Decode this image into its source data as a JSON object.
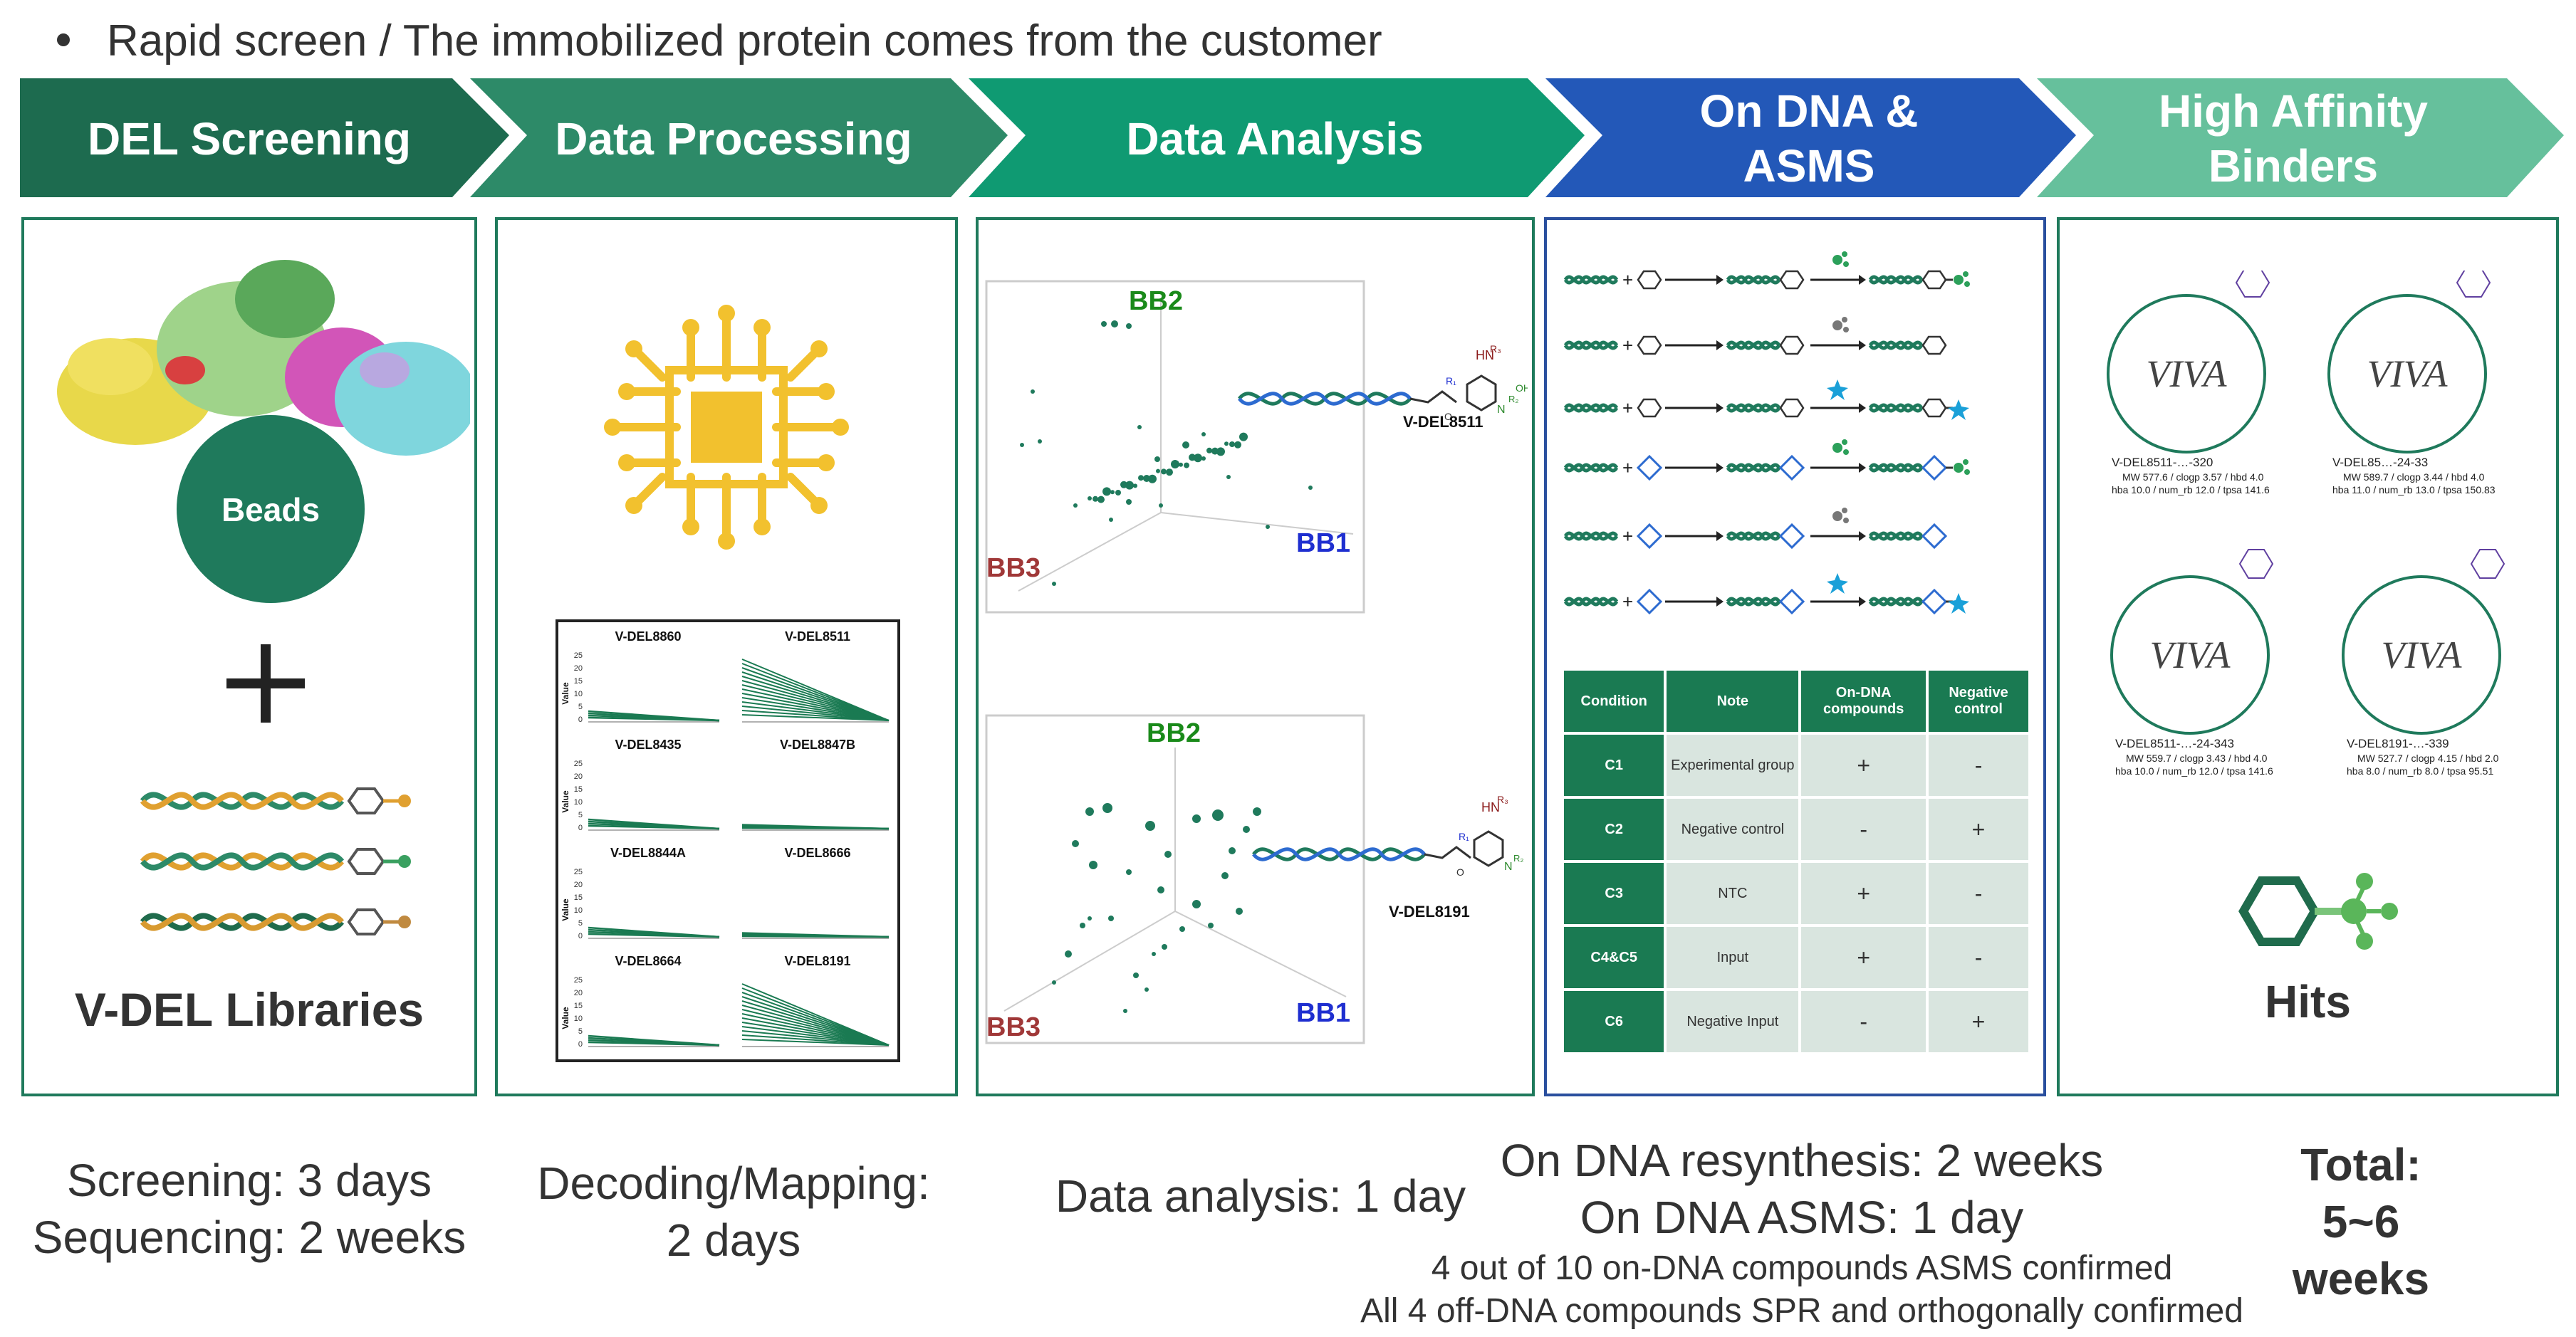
{
  "header": {
    "bullet_text": "Rapid screen / The immobilized protein comes from the customer"
  },
  "stages": [
    {
      "label": "DEL Screening",
      "color": "#1d6b4f"
    },
    {
      "label": "Data Processing",
      "color": "#2d8a68"
    },
    {
      "label": "Data Analysis",
      "color": "#0f9a72"
    },
    {
      "label": "On DNA & ASMS",
      "color": "#2358b8"
    },
    {
      "label": "High Affinity Binders",
      "color": "#66c09c"
    }
  ],
  "panel1": {
    "beads_label": "Beads",
    "title": "V-DEL Libraries"
  },
  "panel2": {
    "plots": [
      {
        "name": "V-DEL8860"
      },
      {
        "name": "V-DEL8511"
      },
      {
        "name": "V-DEL8435"
      },
      {
        "name": "V-DEL8847B"
      },
      {
        "name": "V-DEL8844A"
      },
      {
        "name": "V-DEL8666"
      },
      {
        "name": "V-DEL8664"
      },
      {
        "name": "V-DEL8191"
      }
    ],
    "y_label": "Value",
    "y_ticks": [
      "25",
      "20",
      "15",
      "10",
      "5",
      "0"
    ]
  },
  "panel3": {
    "plot_top": {
      "bb2": "BB2",
      "bb3": "BB3",
      "bb1": "BB1",
      "library": "V-DEL8511"
    },
    "plot_bottom": {
      "bb2": "BB2",
      "bb3": "BB3",
      "bb1": "BB1",
      "library": "V-DEL8191"
    },
    "colors": {
      "bb2": "#1a8a1a",
      "bb3": "#a03838",
      "bb1": "#1f2fd0"
    }
  },
  "panel4": {
    "table": {
      "headers": [
        "Condition",
        "Note",
        "On-DNA compounds",
        "Negative control"
      ],
      "rows": [
        {
          "condition": "C1",
          "note": "Experimental group",
          "on_dna": "+",
          "negative": "-"
        },
        {
          "condition": "C2",
          "note": "Negative control",
          "on_dna": "-",
          "negative": "+"
        },
        {
          "condition": "C3",
          "note": "NTC",
          "on_dna": "+",
          "negative": "-"
        },
        {
          "condition": "C4&C5",
          "note": "Input",
          "on_dna": "+",
          "negative": "-"
        },
        {
          "condition": "C6",
          "note": "Negative Input",
          "on_dna": "-",
          "negative": "+"
        }
      ]
    }
  },
  "panel5": {
    "compounds": [
      {
        "logo": "VIVA",
        "id": "V-DEL8511-…-320",
        "line1": "MW 577.6 / clogp 3.57 / hbd 4.0",
        "line2": "hba 10.0 / num_rb 12.0 / tpsa 141.6"
      },
      {
        "logo": "VIVA",
        "id": "V-DEL85…-24-33",
        "line1": "MW 589.7 / clogp 3.44 / hbd 4.0",
        "line2": "hba 11.0 / num_rb 13.0 / tpsa 150.83"
      },
      {
        "logo": "VIVA",
        "id": "V-DEL8511-…-24-343",
        "line1": "MW 559.7 / clogp 3.43 / hbd 4.0",
        "line2": "hba 10.0 / num_rb 12.0 / tpsa 141.6"
      },
      {
        "logo": "VIVA",
        "id": "V-DEL8191-…-339",
        "line1": "MW 527.7 / clogp 4.15 / hbd 2.0",
        "line2": "hba 8.0 / num_rb 8.0 / tpsa 95.51"
      }
    ],
    "hits_label": "Hits"
  },
  "timings": {
    "col1": [
      "Screening: 3 days",
      "Sequencing: 2 weeks"
    ],
    "col2": [
      "Decoding/Mapping:",
      "2 days"
    ],
    "col3": [
      "Data analysis: 1 day"
    ],
    "col4": [
      "On DNA resynthesis: 2 weeks",
      "On DNA ASMS: 1 day"
    ],
    "col4_notes": [
      "4 out of 10 on-DNA compounds ASMS confirmed",
      "All 4 off-DNA compounds SPR and orthogonally confirmed"
    ],
    "col5": [
      "Total:",
      "5~6",
      "weeks"
    ]
  }
}
